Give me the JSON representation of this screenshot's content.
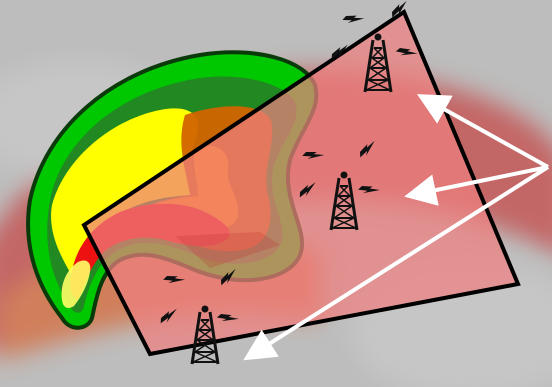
{
  "diagram": {
    "storm_cell": {
      "icon": "storm-radar-echo",
      "bands": [
        "green",
        "dark-green",
        "yellow",
        "orange",
        "red"
      ]
    },
    "coverage_area": {
      "icon": "coverage-zone",
      "fill": "#ef7f7f"
    },
    "towers": [
      {
        "icon": "radio-tower-icon",
        "label": ""
      },
      {
        "icon": "radio-tower-icon",
        "label": ""
      },
      {
        "icon": "radio-tower-icon",
        "label": ""
      }
    ],
    "arrows": {
      "count": 3,
      "color": "#ffffff"
    },
    "colors": {
      "background": "#b9b9b9",
      "background_band": "#c86b6b",
      "outer_green": "#00cc00",
      "dark_green": "#1f8a1f",
      "yellow": "#ffff00",
      "orange": "#ff8c00",
      "red": "#ee1111",
      "tower": "#111111"
    }
  }
}
